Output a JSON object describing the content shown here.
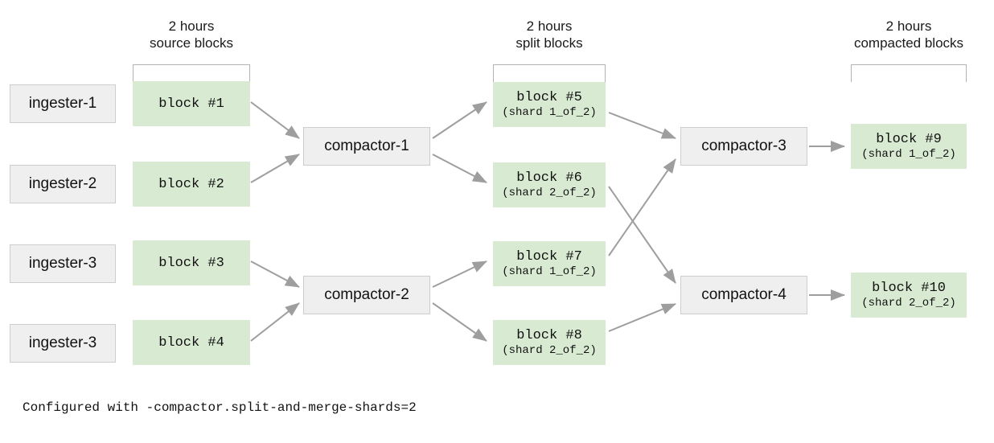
{
  "columns": [
    {
      "id": "source",
      "line1": "2 hours",
      "line2": "source blocks"
    },
    {
      "id": "split",
      "line1": "2 hours",
      "line2": "split blocks"
    },
    {
      "id": "compacted",
      "line1": "2 hours",
      "line2": "compacted blocks"
    }
  ],
  "ingesters": [
    {
      "id": "ingester-1",
      "label": "ingester-1"
    },
    {
      "id": "ingester-2",
      "label": "ingester-2"
    },
    {
      "id": "ingester-3a",
      "label": "ingester-3"
    },
    {
      "id": "ingester-3b",
      "label": "ingester-3"
    }
  ],
  "source_blocks": [
    {
      "id": "block-1",
      "title": "block #1",
      "sub": ""
    },
    {
      "id": "block-2",
      "title": "block #2",
      "sub": ""
    },
    {
      "id": "block-3",
      "title": "block #3",
      "sub": ""
    },
    {
      "id": "block-4",
      "title": "block #4",
      "sub": ""
    }
  ],
  "split_blocks": [
    {
      "id": "block-5",
      "title": "block #5",
      "sub": "(shard 1_of_2)"
    },
    {
      "id": "block-6",
      "title": "block #6",
      "sub": "(shard 2_of_2)"
    },
    {
      "id": "block-7",
      "title": "block #7",
      "sub": "(shard 1_of_2)"
    },
    {
      "id": "block-8",
      "title": "block #8",
      "sub": "(shard 2_of_2)"
    }
  ],
  "compacted_blocks": [
    {
      "id": "block-9",
      "title": "block #9",
      "sub": "(shard 1_of_2)"
    },
    {
      "id": "block-10",
      "title": "block #10",
      "sub": "(shard 2_of_2)"
    }
  ],
  "compactors": [
    {
      "id": "compactor-1",
      "label": "compactor-1"
    },
    {
      "id": "compactor-2",
      "label": "compactor-2"
    },
    {
      "id": "compactor-3",
      "label": "compactor-3"
    },
    {
      "id": "compactor-4",
      "label": "compactor-4"
    }
  ],
  "footnote": "Configured with -compactor.split-and-merge-shards=2",
  "colors": {
    "block_fill": "#d9ead3",
    "node_fill": "#efefef",
    "node_border": "#cdcdcd",
    "arrow": "#9e9e9e",
    "bracket": "#b3b3b3",
    "text": "#111111",
    "background": "#ffffff"
  }
}
